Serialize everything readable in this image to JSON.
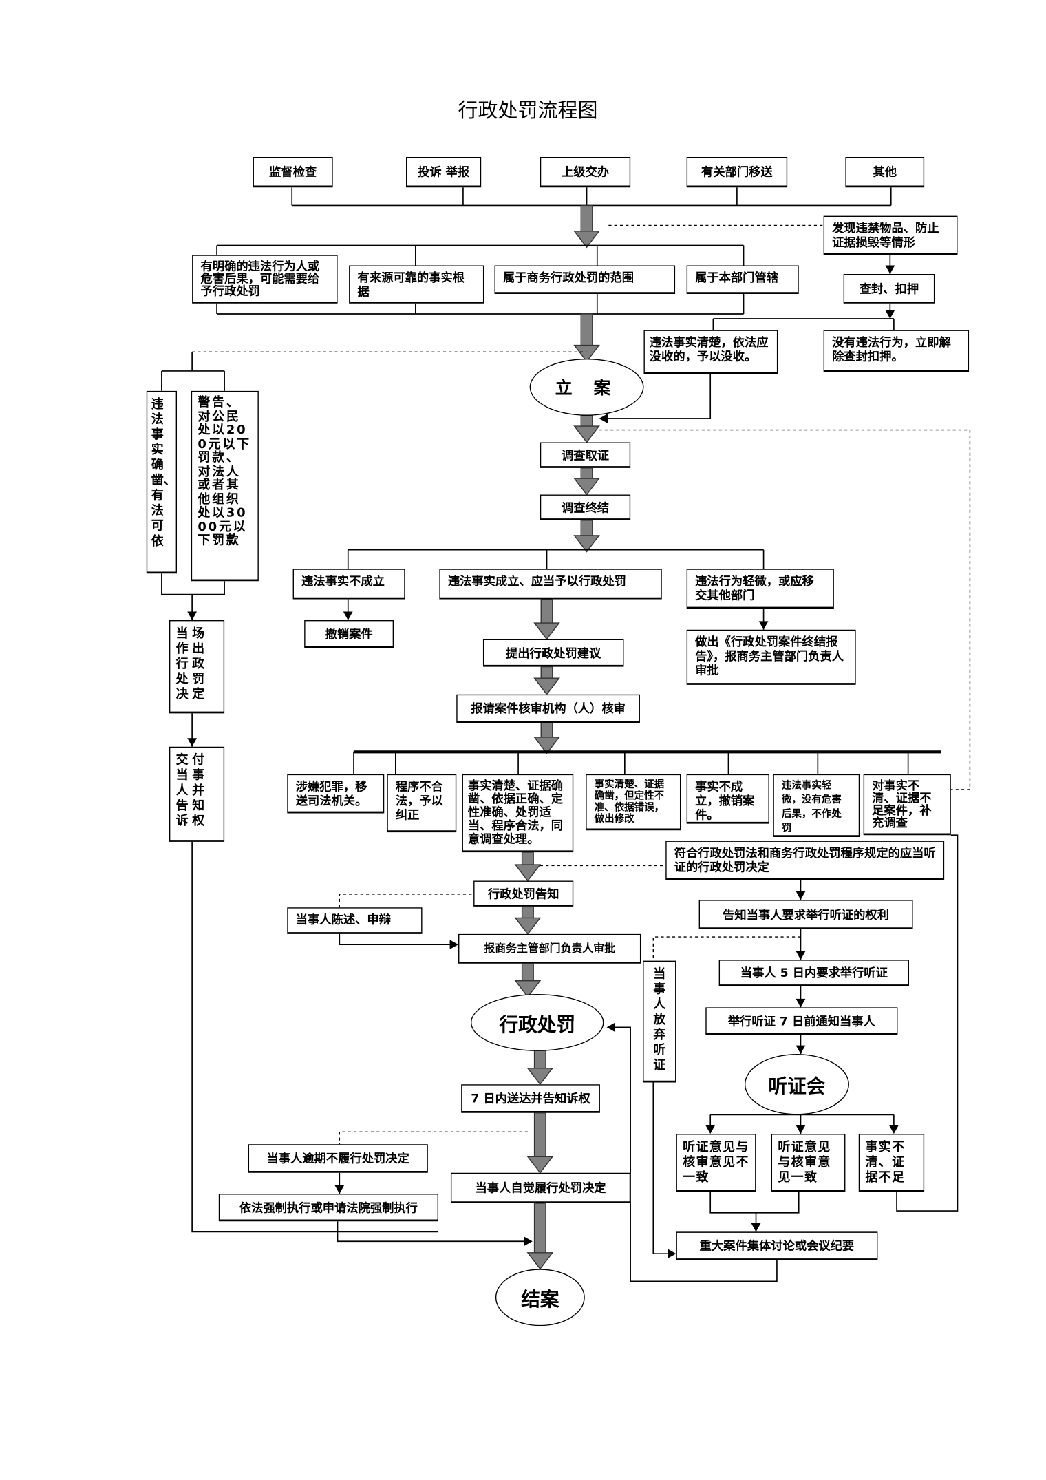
{
  "title": "行政处罚流程图",
  "sources": [
    "监督检查",
    "投诉 举报",
    "上级交办",
    "有关部门移送",
    "其他"
  ],
  "conditions": [
    "有明确的违法行为人或危害后果，可能需要给予行政处罚",
    "有来源可靠的事实根据",
    "属于商务行政处罚的范围",
    "属于本部门管辖"
  ],
  "seizure": {
    "trigger": "发现违禁物品、防止证据损毁等情形",
    "action": "查封、扣押",
    "confiscate": "违法事实清楚，依法应没收的，予以没收。",
    "release": "没有违法行为，立即解除查封扣押。"
  },
  "summary": {
    "facts": "违法事实确凿、有法可依",
    "scope": "警告、对公民处以200元以下罚款、对法人或者其他组织处以3000元以下罚款",
    "onsite": "当场作出行政处罚决定",
    "deliver": "交付当事人并告知诉权"
  },
  "main": {
    "file": "立 案",
    "investigate": "调查取证",
    "conclude": "调查终结",
    "no_fact": "违法事实不成立",
    "cancel": "撤销案件",
    "fact": "违法事实成立、应当予以行政处罚",
    "minor": "违法行为轻微，或应移交其他部门",
    "report": "做出《行政处罚案件终结报告》，报商务主管部门负责人审批",
    "propose": "提出行政处罚建议",
    "review": "报请案件核审机构（人）核审"
  },
  "review_results": [
    "涉嫌犯罪，移送司法机关。",
    "程序不合法，予以纠正",
    "事实清楚、证据确凿、依据正确、定性准确、处罚适当、程序合法，同意调查处理。",
    "事实清楚、证据确凿，但定性不准、依据错误，做出修改",
    "事实不成立，撤销案件。",
    "违法事实轻微，没有危害后果，不作处罚",
    "对事实不清、证据不足案件，补充调查"
  ],
  "notice": {
    "notice": "行政处罚告知",
    "statement": "当事人陈述、申辩",
    "approve": "报商务主管部门负责人审批",
    "penalty": "行政处罚",
    "serve": "7 日内送达并告知诉权",
    "overdue": "当事人逾期不履行处罚决定",
    "enforce": "依法强制执行或申请法院强制执行",
    "comply": "当事人自觉履行处罚决定",
    "close": "结案"
  },
  "hearing": {
    "qualify": "符合行政处罚法和商务行政处罚程序规定的应当听证的行政处罚决定",
    "inform": "告知当事人要求举行听证的权利",
    "waive": "当事人放弃听证",
    "request": "当事人 5 日内要求举行听证",
    "notify": "举行听证 7 日前通知当事人",
    "meeting": "听证会",
    "results": [
      "听证意见与核审意见不一致",
      "听证意见与核审意见一致",
      "事实不清、证据不足"
    ],
    "discuss": "重大案件集体讨论或会议纪要"
  }
}
